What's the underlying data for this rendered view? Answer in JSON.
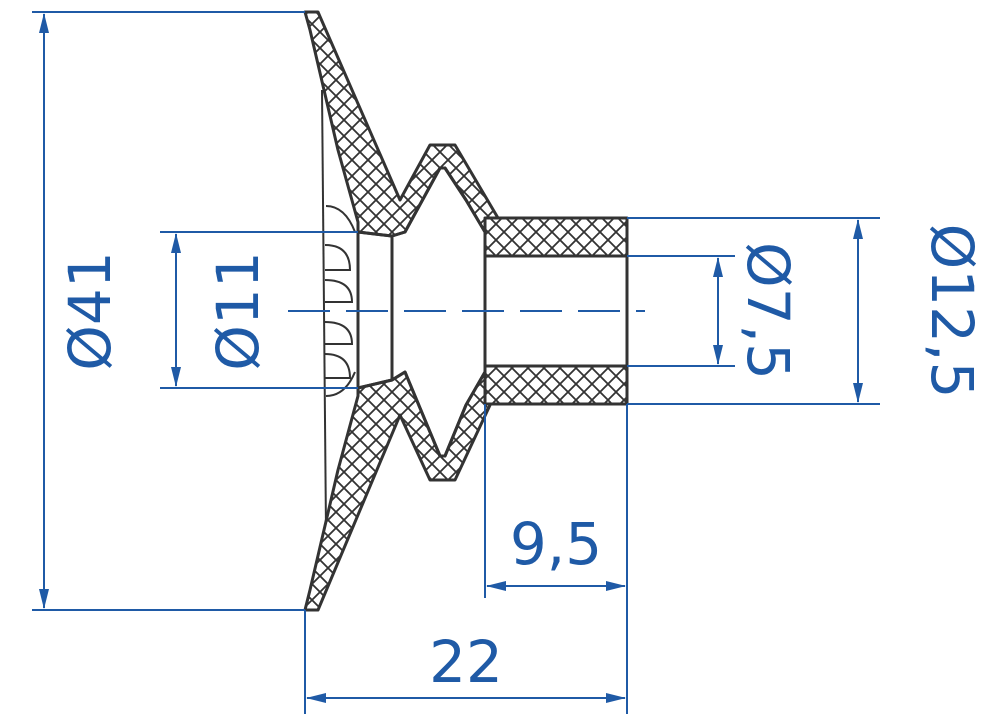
{
  "diagram": {
    "colors": {
      "dimension": "#1f5aa6",
      "outline": "#333333",
      "background": "#ffffff"
    },
    "dimensions": {
      "outer_diameter": "Ø41",
      "inner_diameter": "Ø11",
      "hose_outer_diameter": "Ø12,5",
      "hose_inner_diameter": "Ø7,5",
      "connector_length": "9,5",
      "total_length": "22"
    }
  }
}
